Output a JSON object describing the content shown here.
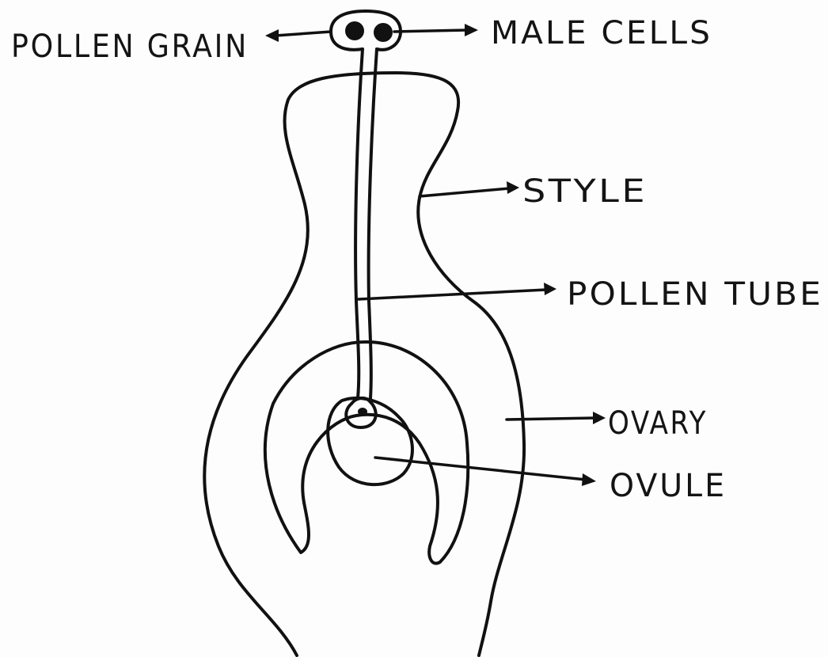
{
  "labels": {
    "pollen_grain": "POLLEN GRAIN",
    "male_cells": "MALE CELLS",
    "style": "STYLE",
    "pollen_tube": "POLLEN TUBE",
    "ovary": "OVARY",
    "ovule": "OVULE"
  },
  "colors": {
    "ink": "#111111",
    "paper": "#fdfdfd"
  }
}
